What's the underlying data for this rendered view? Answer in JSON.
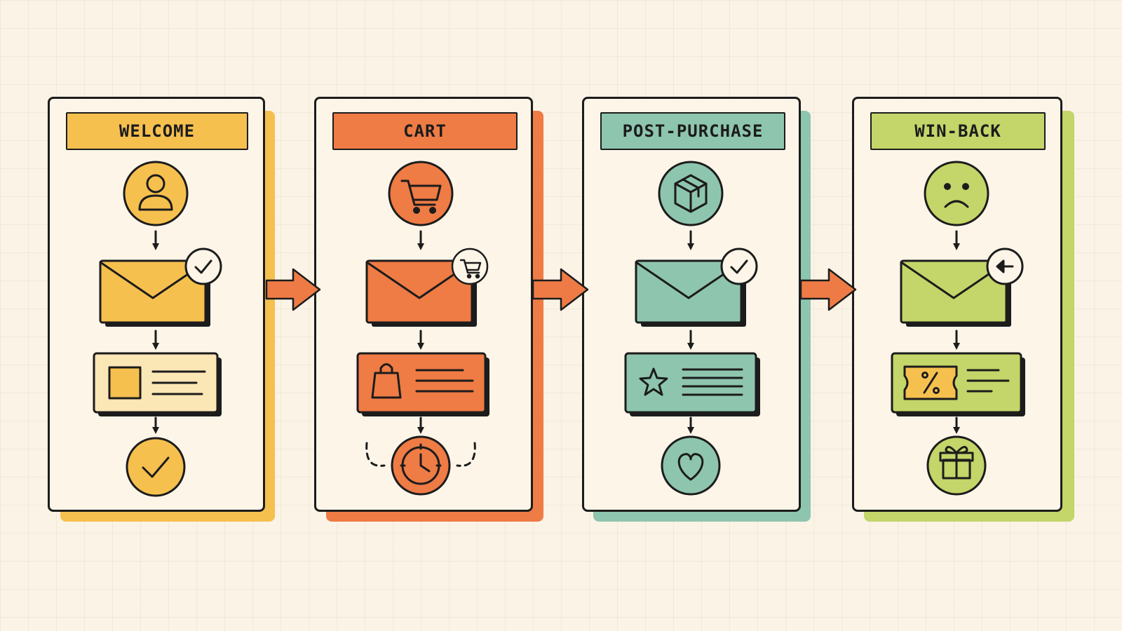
{
  "colors": {
    "background": "#fbf3e6",
    "outline": "#1c1c1c",
    "panel_fill": "#fcf5e8",
    "connector_arrow": "#ee7b46"
  },
  "stages": [
    {
      "label": "WELCOME",
      "color": "#f6c04f",
      "light": "#fbe6b5",
      "trigger_icon": "user-icon",
      "email_badge_icon": "check-icon",
      "content_icon": "image-placeholder-icon",
      "outcome_icon": "check-circle-icon"
    },
    {
      "label": "CART",
      "color": "#ef7b45",
      "light": "#f6b18c",
      "trigger_icon": "shopping-cart-icon",
      "email_badge_icon": "shopping-cart-icon",
      "content_icon": "shopping-bag-icon",
      "outcome_icon": "timer-icon"
    },
    {
      "label": "POST-PURCHASE",
      "color": "#8ec5ae",
      "light": "#b9dccd",
      "trigger_icon": "package-icon",
      "email_badge_icon": "check-icon",
      "content_icon": "star-icon",
      "outcome_icon": "heart-icon"
    },
    {
      "label": "WIN-BACK",
      "color": "#c4d569",
      "light": "#dde7a6",
      "trigger_icon": "sad-face-icon",
      "email_badge_icon": "arrow-left-icon",
      "content_icon": "coupon-percent-icon",
      "outcome_icon": "gift-icon"
    }
  ]
}
